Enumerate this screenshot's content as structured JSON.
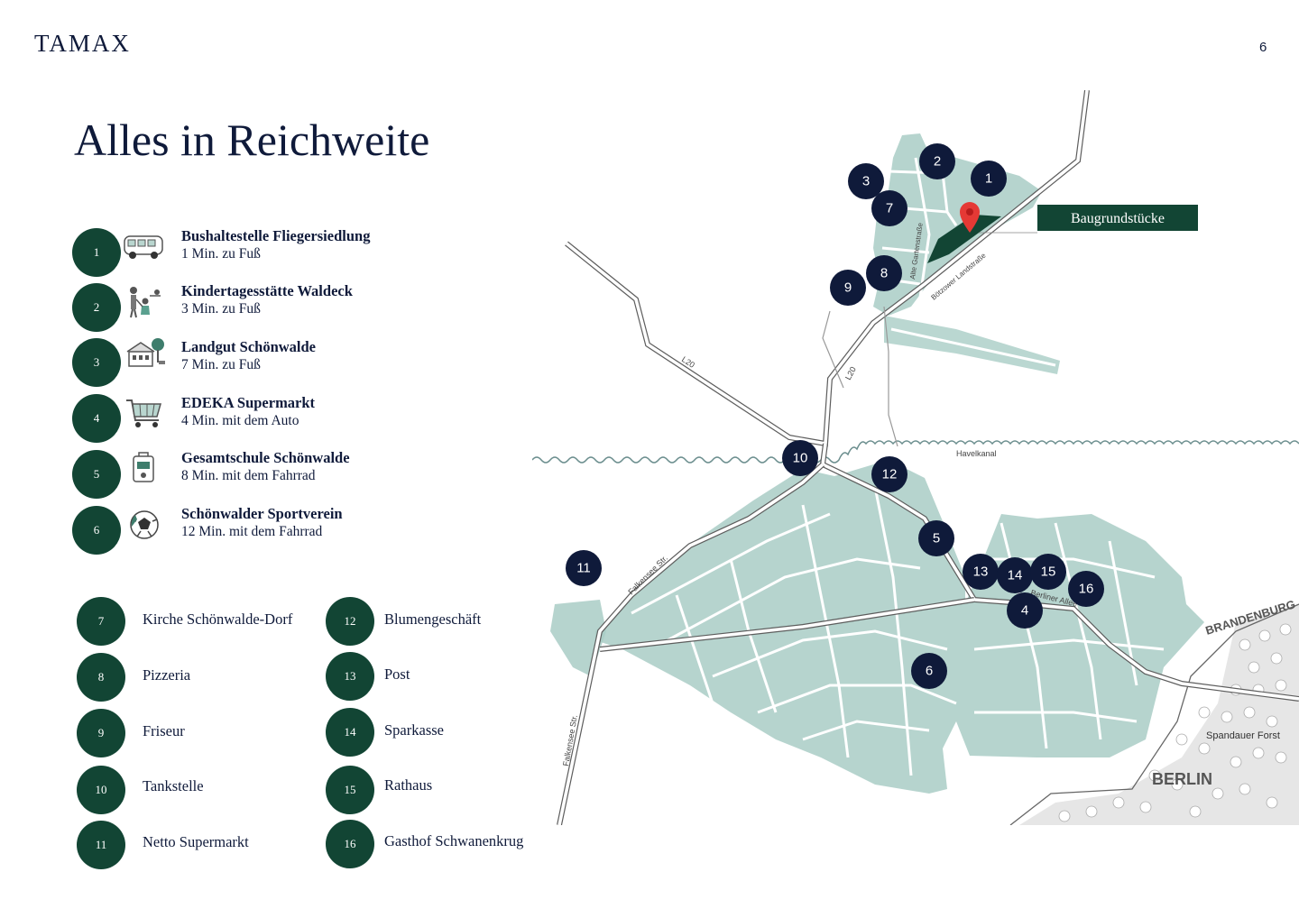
{
  "header": {
    "logo": "TAMAX",
    "page_number": "6"
  },
  "title": "Alles in Reichweite",
  "primary_places": [
    {
      "num": "1",
      "name": "Bushaltestelle Fliegersiedlung",
      "time": "1 Min. zu Fuß",
      "icon": "bus-icon"
    },
    {
      "num": "2",
      "name": "Kindertagesstätte Waldeck",
      "time": "3 Min. zu Fuß",
      "icon": "family-icon"
    },
    {
      "num": "3",
      "name": "Landgut Schönwalde",
      "time": "7 Min. zu Fuß",
      "icon": "manor-house-icon"
    },
    {
      "num": "4",
      "name": "EDEKA Supermarkt",
      "time": "4 Min. mit dem Auto",
      "icon": "shopping-cart-icon"
    },
    {
      "num": "5",
      "name": "Gesamtschule Schönwalde",
      "time": "8 Min. mit dem Fahrrad",
      "icon": "school-bag-icon"
    },
    {
      "num": "6",
      "name": "Schönwalder Sportverein",
      "time": "12 Min. mit dem Fahrrad",
      "icon": "soccer-ball-icon"
    }
  ],
  "secondary_places": [
    {
      "num": "7",
      "name": "Kirche Schönwalde-Dorf"
    },
    {
      "num": "8",
      "name": "Pizzeria"
    },
    {
      "num": "9",
      "name": "Friseur"
    },
    {
      "num": "10",
      "name": "Tankstelle"
    },
    {
      "num": "11",
      "name": "Netto Supermarkt"
    },
    {
      "num": "12",
      "name": "Blumengeschäft"
    },
    {
      "num": "13",
      "name": "Post"
    },
    {
      "num": "14",
      "name": "Sparkasse"
    },
    {
      "num": "15",
      "name": "Rathaus"
    },
    {
      "num": "16",
      "name": "Gasthof Schwanenkrug"
    }
  ],
  "map": {
    "property_label": "Baugrundstücke",
    "road_labels": {
      "l20_west": "L20",
      "l20_north": "L20",
      "alte_gartenstrasse": "Alte Gartenstraße",
      "boetzower": "Bötzower Landstraße",
      "havelkanal": "Havelkanal",
      "falkensee_1": "Falkensee Str.",
      "falkensee_2": "Falkensee Str.",
      "berliner_allee": "Berliner Allee"
    },
    "region_labels": {
      "brandenburg": "BRANDENBURG",
      "spandauer_forst": "Spandauer Forst",
      "berlin": "BERLIN"
    },
    "marker_numbers": [
      "1",
      "2",
      "3",
      "4",
      "5",
      "6",
      "7",
      "8",
      "9",
      "10",
      "11",
      "12",
      "13",
      "14",
      "15",
      "16"
    ],
    "colors": {
      "marker": "#0f1a3a",
      "accent": "#124534",
      "pin": "#e53935",
      "settlement": "#a9cdc5"
    }
  }
}
